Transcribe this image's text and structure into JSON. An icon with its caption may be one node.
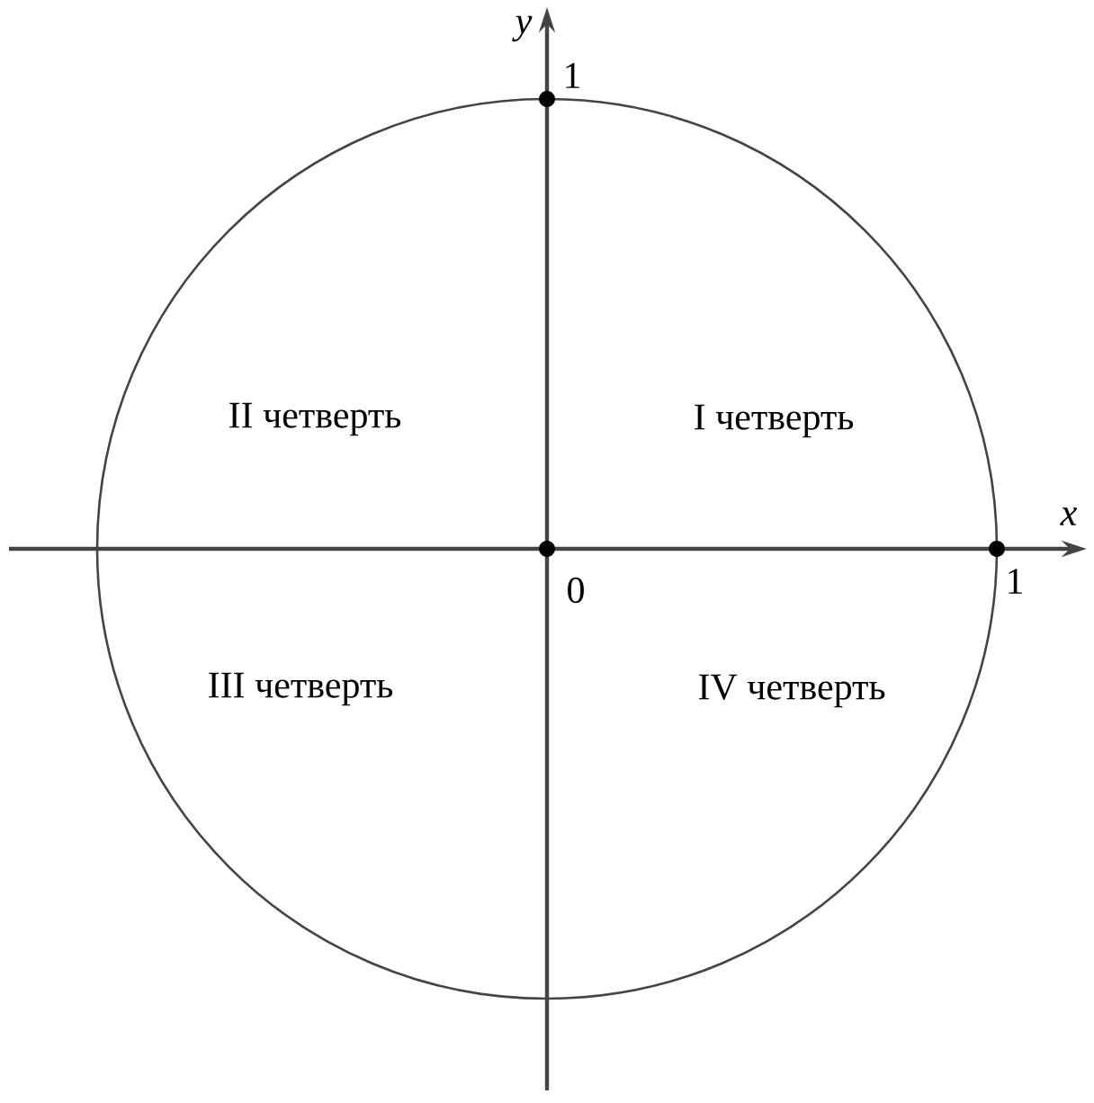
{
  "diagram": {
    "labels": [
      "y",
      "1",
      "II четверть",
      "I четверть",
      "x",
      "0",
      "1",
      "III четверть",
      "IV четверть"
    ]
  }
}
